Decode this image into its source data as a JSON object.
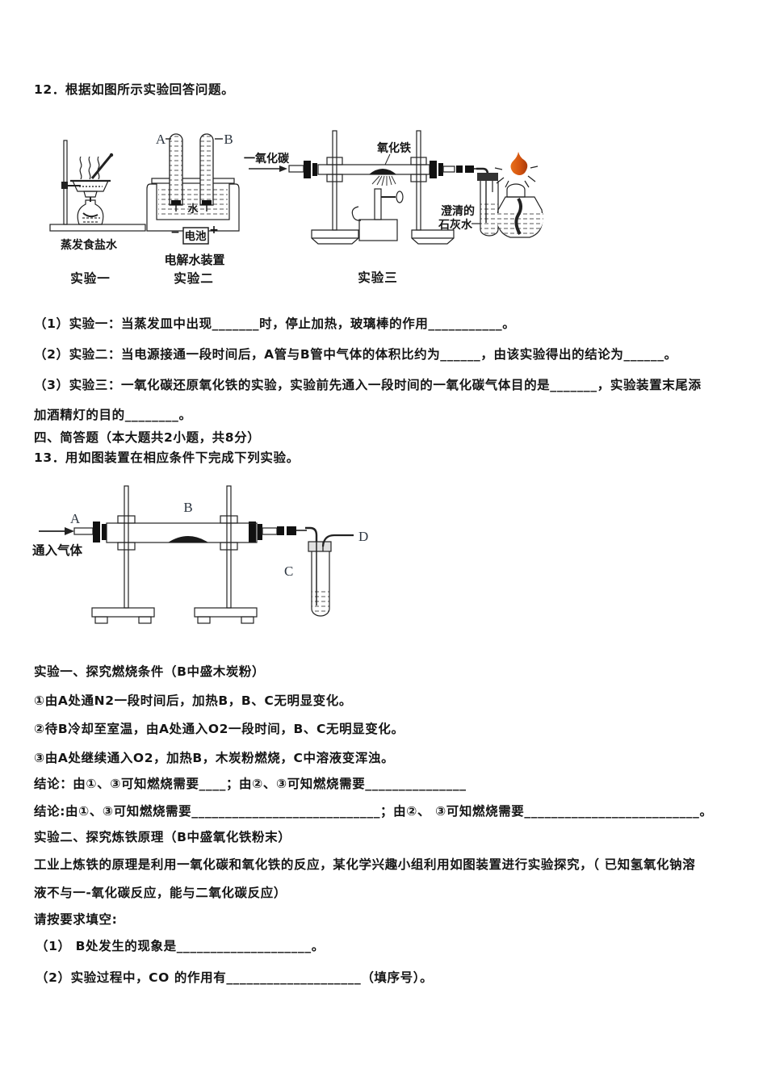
{
  "doc": {
    "q12_title": "12．根据如图所示实验回答问题。",
    "q12_items": {
      "i1": "（1）实验一：当蒸发皿中出现_______时，停止加热，玻璃棒的作用___________。",
      "i2": "（2）实验二：当电源接通一段时间后，A管与B管中气体的体积比约为______，由该实验得出的结论为______。",
      "i3": "（3）实验三：一氧化碳还原氧化铁的实验，实验前先通入一段时间的一氧化碳气体目的是_______，实验装置末尾添",
      "i3b": "加酒精灯的目的________。"
    },
    "section4_heading": "四、简答题（本大题共2小题，共8分）",
    "q13_title": "13．用如图装置在相应条件下完成下列实验。",
    "q13": {
      "exp1_heading": "实验一、探究燃烧条件（B中盛木炭粉）",
      "step1": "①由A处通N2一段时间后，加热B，B、C无明显变化。",
      "step2": "②待B冷却至室温，由A处通入O2一段时间，B、C无明显变化。",
      "step3": "③由A处继续通入O2，加热B，木炭粉燃烧，C中溶液变浑浊。",
      "conclusion1": "结论：由①、③可知燃烧需要____；由②、③可知燃烧需要_______________",
      "conclusion2": "结论:由①、③可知燃烧需要____________________________；由②、 ③可知燃烧需要__________________________。",
      "exp2_heading": "实验二、探究炼铁原理（B中盛氧化铁粉末）",
      "para_line1": "工业上炼铁的原理是利用一氧化碳和氧化铁的反应，某化学兴趣小组利用如图装置进行实验探究，（ 已知氢氧化钠溶",
      "para_line2": "液不与一-氧化碳反应，能与二氧化碳反应）",
      "fill_prompt": "请按要求填空:",
      "q1": "（1） B处发生的现象是____________________。",
      "q2": "（2）实验过程中，CO 的作用有____________________（填序号）。"
    },
    "fig1": {
      "exp1": {
        "device": "蒸发食盐水",
        "caption": "实验一"
      },
      "exp2": {
        "a": "A",
        "b": "B",
        "water": "水",
        "battery": "电池",
        "minus": "−",
        "plus": "+",
        "device": "电解水装置",
        "caption": "实验二"
      },
      "exp3": {
        "gas": "一氧化碳",
        "oxide": "氧化铁",
        "lime1": "澄清的",
        "lime2": "石灰水",
        "caption": "实验三"
      }
    },
    "fig2": {
      "a": "A",
      "b": "B",
      "c": "C",
      "d": "D",
      "inlet": "通入气体"
    },
    "colors": {
      "flame_orange": "#e8701a",
      "flame_red": "#a83a0c",
      "ink": "#151515"
    }
  }
}
